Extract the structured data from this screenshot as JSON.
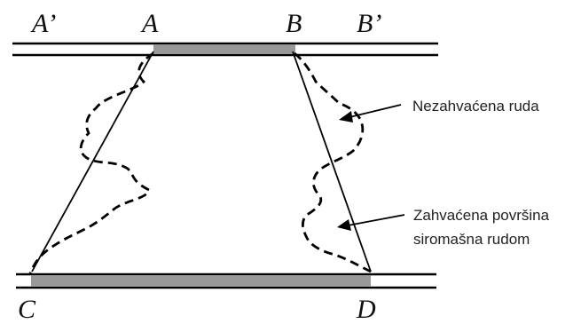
{
  "points": {
    "a_prime": "A’",
    "a": "A",
    "b": "B",
    "b_prime": "B’",
    "c": "C",
    "d": "D"
  },
  "annotations": {
    "unswept_ore": "Nezahvaćena ruda",
    "swept_area_line1": "Zahvaćena površina",
    "swept_area_line2": "siromašna rudom"
  },
  "colors": {
    "line": "#000000",
    "drift_fill": "#999999",
    "text": "#222222"
  }
}
